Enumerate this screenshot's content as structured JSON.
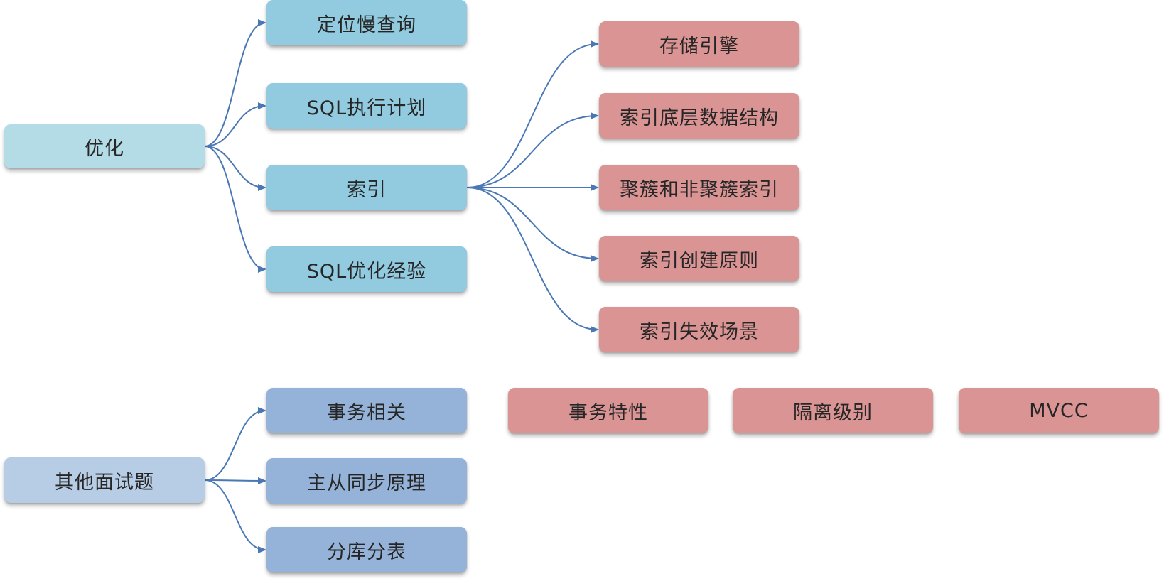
{
  "colors": {
    "root_primary": "#b3dce7",
    "branch_primary": "#92cadf",
    "root_secondary": "#b7cde5",
    "branch_secondary": "#95b3d8",
    "leaf": "#da9494",
    "connector": "#4a78b5"
  },
  "mindmap": {
    "root_optimization": "优化",
    "optimization_branches": {
      "locate_slow_query": "定位慢查询",
      "sql_execution_plan": "SQL执行计划",
      "index": "索引",
      "sql_optimization_experience": "SQL优化经验"
    },
    "index_topics": {
      "storage_engine": "存储引擎",
      "index_data_structure": "索引底层数据结构",
      "clustered_index": "聚簇和非聚簇索引",
      "index_creation_rules": "索引创建原则",
      "index_failure_scenarios": "索引失效场景"
    },
    "root_other": "其他面试题",
    "other_branches": {
      "transactions": "事务相关",
      "replication": "主从同步原理",
      "sharding": "分库分表"
    },
    "transaction_topics": {
      "transaction_properties": "事务特性",
      "isolation_levels": "隔离级别",
      "mvcc": "MVCC"
    }
  }
}
